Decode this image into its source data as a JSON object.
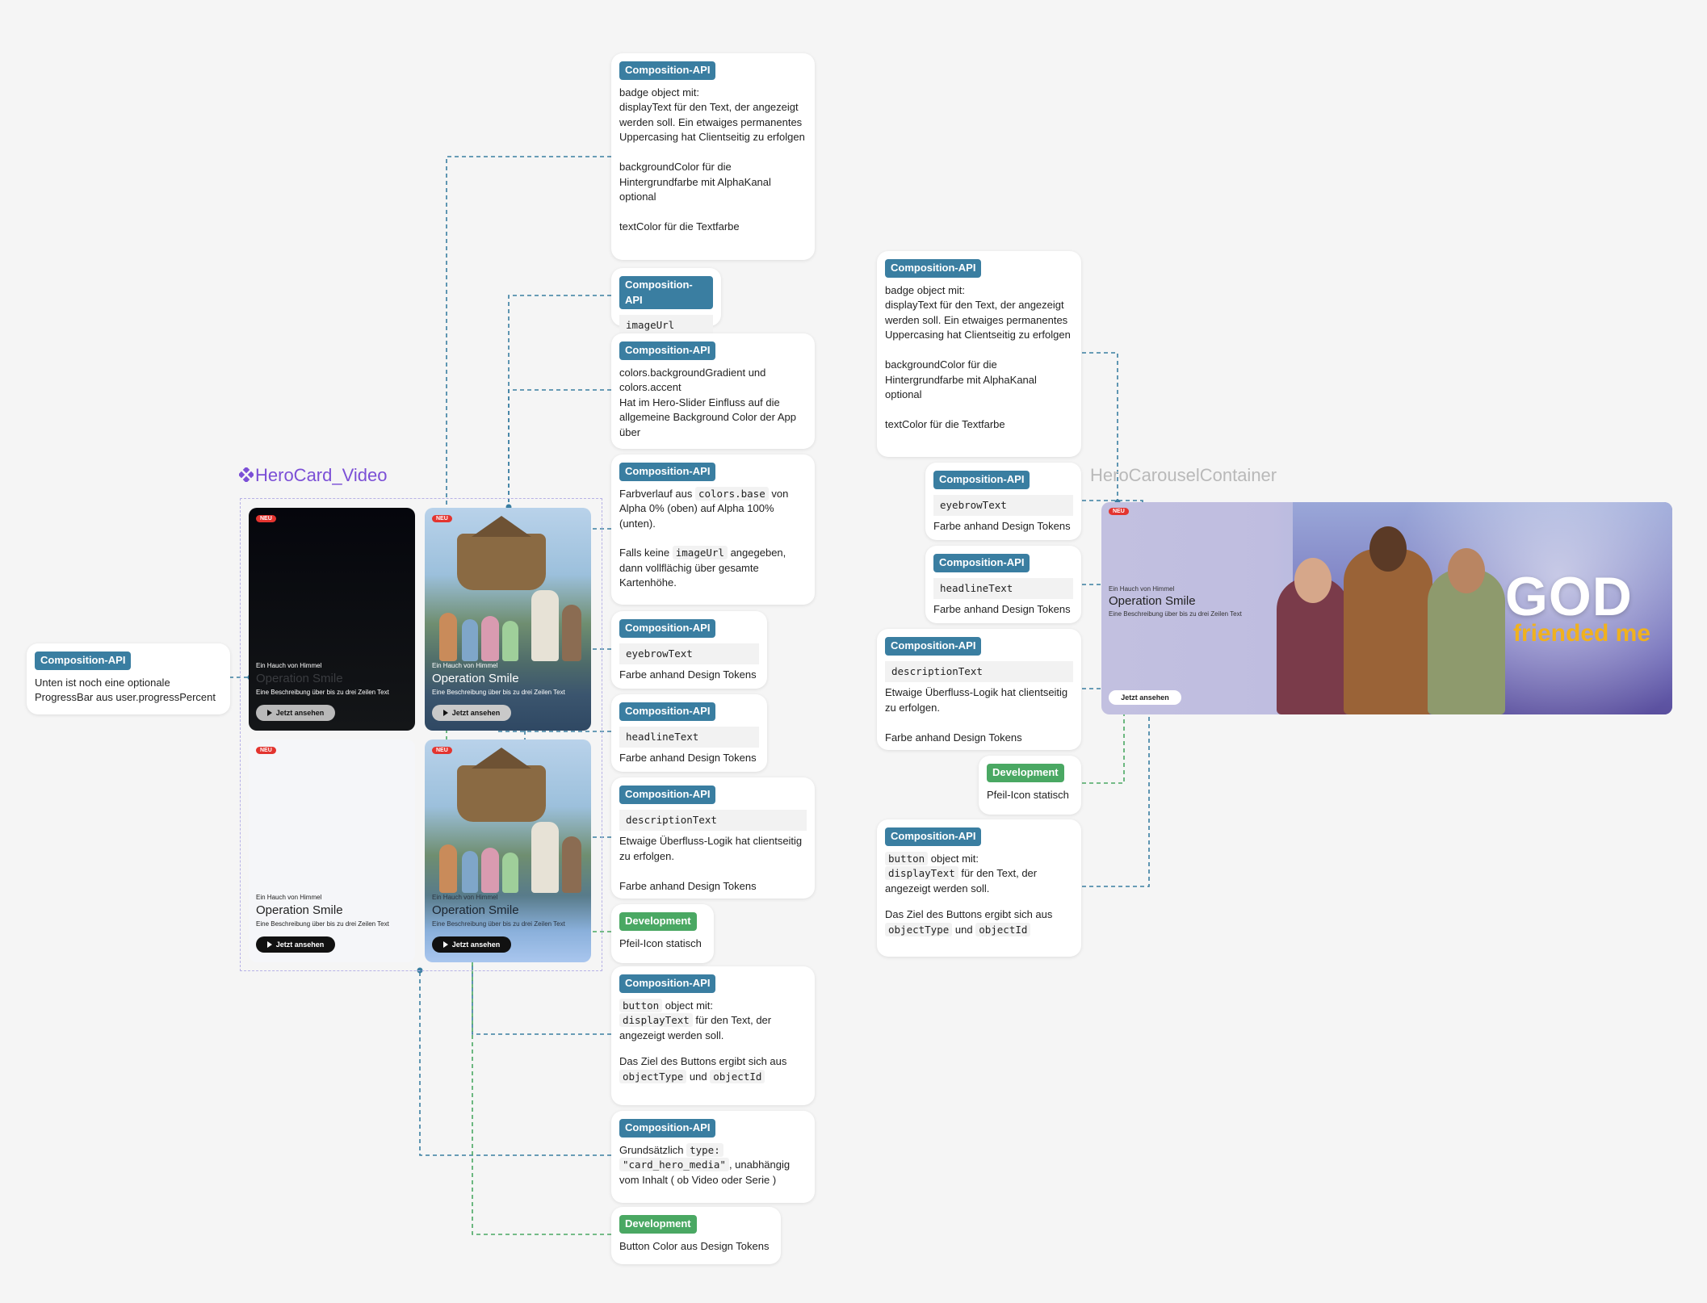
{
  "frame_left": {
    "title": "HeroCard_Video"
  },
  "frame_right": {
    "title": "HeroCarouselContainer"
  },
  "icons": {
    "component": "component-icon",
    "play": "play-icon",
    "cloud": "cloud-icon"
  },
  "colors": {
    "api_tag": "#3a7ea1",
    "dev_tag": "#4aa863",
    "frame_title": "#7b4fd6",
    "badge": "#e3342f",
    "accent": "#f0b11f"
  },
  "cards": [
    {
      "badge": "NEU",
      "eyebrow": "Ein Hauch von Himmel",
      "headline": "Operation Smile",
      "description": "Eine Beschreibung über bis zu drei Zeilen Text",
      "button": "Jetzt ansehen"
    },
    {
      "badge": "NEU",
      "eyebrow": "Ein Hauch von Himmel",
      "headline": "Operation Smile",
      "description": "Eine Beschreibung über bis zu drei Zeilen Text",
      "button": "Jetzt ansehen"
    },
    {
      "badge": "NEU",
      "eyebrow": "Ein Hauch von Himmel",
      "headline": "Operation Smile",
      "description": "Eine Beschreibung über bis zu drei Zeilen Text",
      "button": "Jetzt ansehen"
    },
    {
      "badge": "NEU",
      "eyebrow": "Ein Hauch von Himmel",
      "headline": "Operation Smile",
      "description": "Eine Beschreibung über bis zu drei Zeilen Text",
      "button": "Jetzt ansehen"
    }
  ],
  "hero": {
    "badge": "NEU",
    "eyebrow": "Ein Hauch von Himmel",
    "headline": "Operation Smile",
    "description": "Eine Beschreibung über bis zu drei Zeilen Text",
    "button": "Jetzt ansehen",
    "logo_top": "GOD",
    "logo_bottom": "friended me"
  },
  "notes": {
    "n_progress": {
      "tag": "Composition-API",
      "text": "Unten ist noch eine optionale ProgressBar aus user.progressPercent"
    },
    "n_badge": {
      "tag": "Composition-API",
      "text": "badge object mit:\ndisplayText für den Text, der angezeigt werden soll. Ein etwaiges permanentes Uppercasing hat Clientseitig zu erfolgen\n\nbackgroundColor für die Hintergrundfarbe mit AlphaKanal optional\n\ntextColor für die Textfarbe"
    },
    "n_image": {
      "tag": "Composition-API",
      "code": "imageUrl"
    },
    "n_colors": {
      "tag": "Composition-API",
      "text": "colors.backgroundGradient und colors.accent\nHat im Hero-Slider Einfluss auf die allgemeine Background Color der App über"
    },
    "n_gradient": {
      "tag": "Composition-API",
      "t1": "Farbverlauf aus ",
      "c1": "colors.base",
      "t2": " von Alpha 0% (oben) auf Alpha 100% (unten).",
      "t3": "Falls keine ",
      "c2": "imageUrl",
      "t4": " angegeben, dann vollflächig über gesamte Kartenhöhe."
    },
    "n_eyebrow": {
      "tag": "Composition-API",
      "code": "eyebrowText",
      "text": "Farbe anhand Design Tokens"
    },
    "n_headline": {
      "tag": "Composition-API",
      "code": "headlineText",
      "text": "Farbe anhand Design Tokens"
    },
    "n_desc": {
      "tag": "Composition-API",
      "code": "descriptionText",
      "text": "Etwaige Überfluss-Logik hat clientseitig zu erfolgen.\n\nFarbe anhand Design Tokens"
    },
    "n_arrow": {
      "tag": "Development",
      "text": "Pfeil-Icon statisch"
    },
    "n_button": {
      "tag": "Composition-API",
      "c1": "button",
      "t1": " object mit:",
      "c2": "displayText",
      "t2": " für den Text, der angezeigt werden soll.",
      "t3": "Das Ziel des Buttons ergibt sich aus ",
      "c3": "objectType",
      "t4": " und ",
      "c4": "objectId"
    },
    "n_type": {
      "tag": "Composition-API",
      "t1": "Grundsätzlich ",
      "c1": "type:",
      "c2": "\"card_hero_media\"",
      "t2": ", unabhängig vom Inhalt ( ob Video oder Serie )"
    },
    "n_btncolor": {
      "tag": "Development",
      "text": "Button Color aus Design Tokens"
    },
    "r_badge": {
      "tag": "Composition-API",
      "text": "badge object mit:\ndisplayText für den Text, der angezeigt werden soll. Ein etwaiges permanentes Uppercasing hat Clientseitig zu erfolgen\n\nbackgroundColor für die Hintergrundfarbe mit AlphaKanal optional\n\ntextColor für die Textfarbe"
    },
    "r_eyebrow": {
      "tag": "Composition-API",
      "code": "eyebrowText",
      "text": "Farbe anhand Design Tokens"
    },
    "r_headline": {
      "tag": "Composition-API",
      "code": "headlineText",
      "text": "Farbe anhand Design Tokens"
    },
    "r_desc": {
      "tag": "Composition-API",
      "code": "descriptionText",
      "text": "Etwaige Überfluss-Logik hat clientseitig zu erfolgen.\n\nFarbe anhand Design Tokens"
    },
    "r_arrow": {
      "tag": "Development",
      "text": "Pfeil-Icon statisch"
    },
    "r_button": {
      "tag": "Composition-API",
      "c1": "button",
      "t1": " object mit:",
      "c2": "displayText",
      "t2": " für den Text, der angezeigt werden soll.",
      "t3": "Das Ziel des Buttons ergibt sich aus ",
      "c3": "objectType",
      "t4": " und ",
      "c4": "objectId"
    }
  }
}
